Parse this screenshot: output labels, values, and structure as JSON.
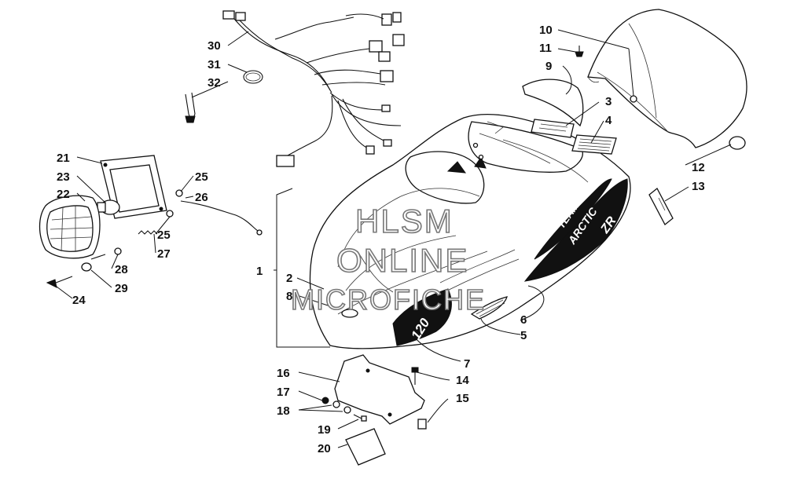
{
  "watermark": {
    "line1": "HLSM",
    "line2": "ONLINE",
    "line3": "MICROFICHE"
  },
  "decals": {
    "team": "TEAM",
    "arctic": "ARCTIC",
    "model": "ZR",
    "number": "120"
  },
  "callouts": [
    {
      "label": "1",
      "part": "hood-assembly"
    },
    {
      "label": "2",
      "part": "hood-decal-small"
    },
    {
      "label": "3",
      "part": "warning-label"
    },
    {
      "label": "4",
      "part": "info-label"
    },
    {
      "label": "5",
      "part": "side-decal-vent"
    },
    {
      "label": "6",
      "part": "side-decal-graphic"
    },
    {
      "label": "7",
      "part": "number-decal"
    },
    {
      "label": "8",
      "part": "emblem"
    },
    {
      "label": "9",
      "part": "windshield-trim"
    },
    {
      "label": "10",
      "part": "windshield"
    },
    {
      "label": "11",
      "part": "rivet"
    },
    {
      "label": "12",
      "part": "grommet"
    },
    {
      "label": "13",
      "part": "hood-latch"
    },
    {
      "label": "14",
      "part": "screw"
    },
    {
      "label": "15",
      "part": "clip"
    },
    {
      "label": "16",
      "part": "bracket"
    },
    {
      "label": "17",
      "part": "nut"
    },
    {
      "label": "18",
      "part": "washer"
    },
    {
      "label": "19",
      "part": "bolt"
    },
    {
      "label": "20",
      "part": "pad"
    },
    {
      "label": "21",
      "part": "headlight-bezel"
    },
    {
      "label": "22",
      "part": "headlight"
    },
    {
      "label": "23",
      "part": "bulb"
    },
    {
      "label": "24",
      "part": "screw"
    },
    {
      "label": "25",
      "part": "washer"
    },
    {
      "label": "26",
      "part": "ground-wire"
    },
    {
      "label": "27",
      "part": "spring"
    },
    {
      "label": "28",
      "part": "washer"
    },
    {
      "label": "29",
      "part": "grommet"
    },
    {
      "label": "30",
      "part": "wiring-harness"
    },
    {
      "label": "31",
      "part": "cable-tie"
    },
    {
      "label": "32",
      "part": "clamp"
    }
  ]
}
